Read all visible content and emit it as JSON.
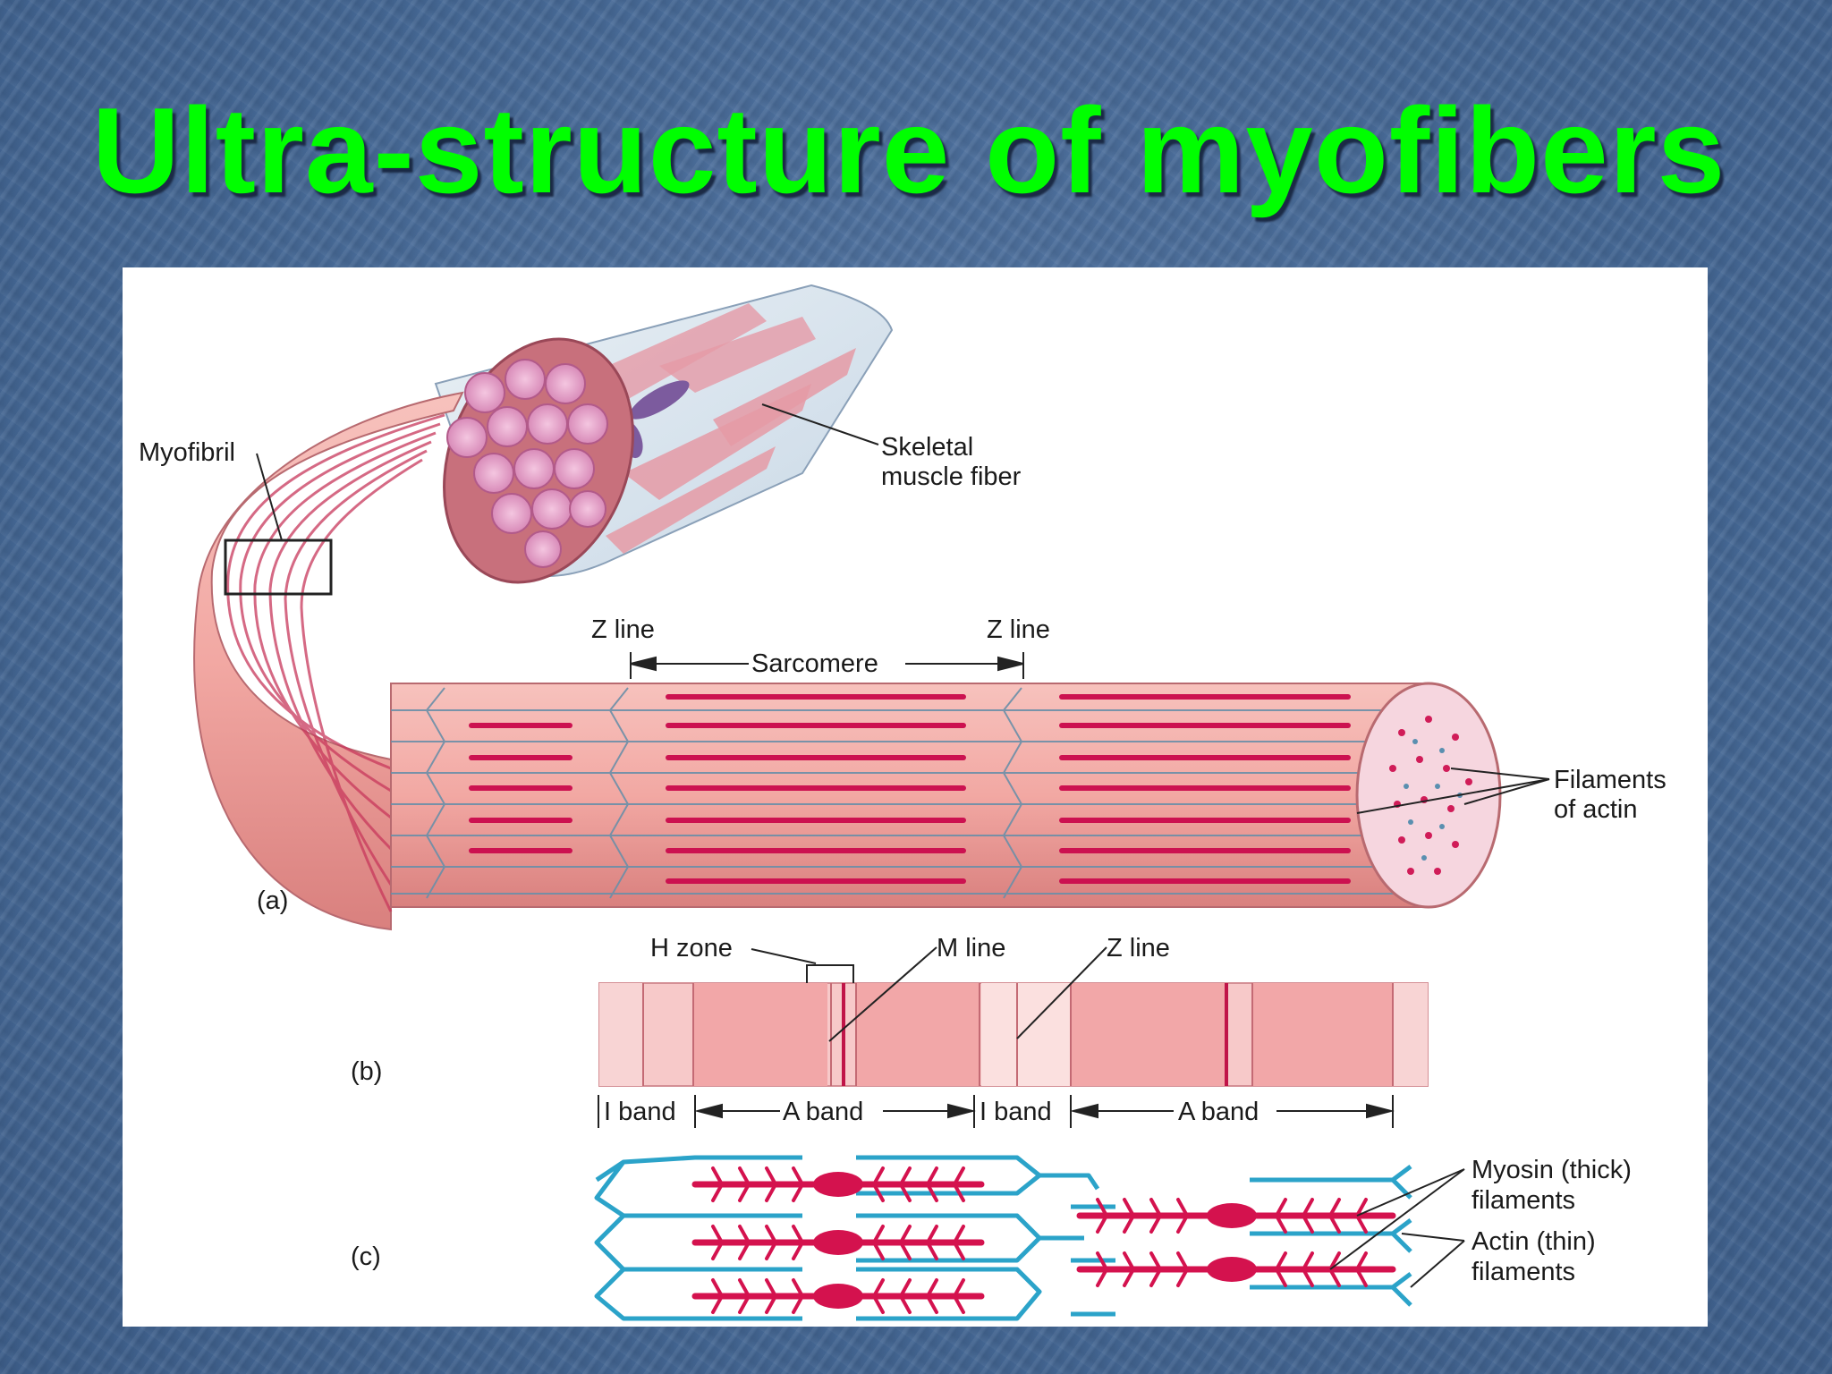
{
  "slide": {
    "title": "Ultra-structure of myofibers"
  },
  "figure": {
    "panel_a": {
      "tag": "(a)",
      "myofibril": "Myofibril",
      "skeletal_1": "Skeletal",
      "skeletal_2": "muscle fiber",
      "zline_left": "Z line",
      "zline_right": "Z line",
      "sarcomere": "Sarcomere",
      "filaments_1": "Filaments",
      "filaments_2": "of actin"
    },
    "panel_b": {
      "tag": "(b)",
      "h_zone": "H zone",
      "m_line": "M line",
      "z_line": "Z line",
      "i_band_1": "I band",
      "a_band_1": "A band",
      "i_band_2": "I band",
      "a_band_2": "A band"
    },
    "panel_c": {
      "tag": "(c)",
      "myosin_1": "Myosin (thick)",
      "myosin_2": "filaments",
      "actin_1": "Actin (thin)",
      "actin_2": "filaments"
    }
  },
  "colors": {
    "title_green": "#00ff00",
    "muscle_pink": "#f0a0a0",
    "myosin_red": "#d0104a",
    "actin_blue": "#2aa0c8"
  }
}
